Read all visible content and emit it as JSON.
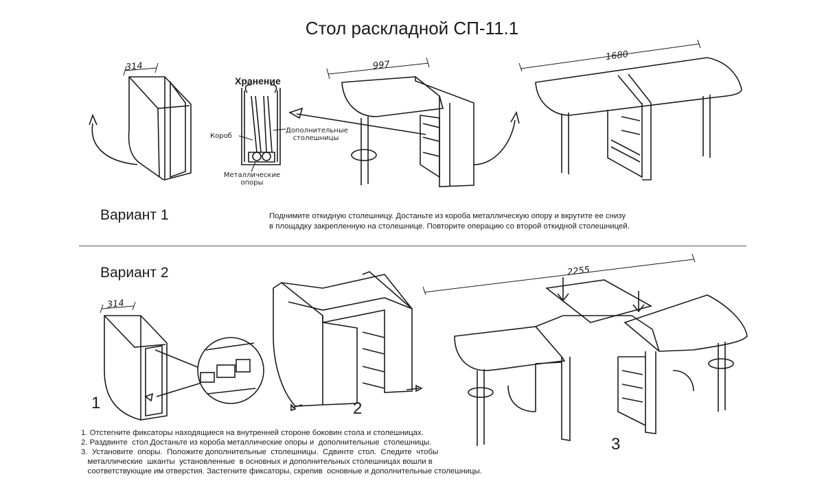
{
  "title": "Стол раскладной СП-11.1",
  "variant1": {
    "label": "Вариант 1",
    "dim_folded": "314",
    "dim_half": "997",
    "dim_full": "1680",
    "storage_title": "Хранение",
    "label_box": "Короб",
    "label_extra_top": "Дополнительные столешницы",
    "label_supports": "Металлические опоры",
    "instruction_lines": [
      "Поднимите откидную столешницу. Достаньте из короба металлическую опору и вкрутите ее снизу",
      "в площадку закрепленную на столешнице. Повторите операцию со второй откидной столешницей."
    ]
  },
  "variant2": {
    "label": "Вариант 2",
    "dim_folded": "314",
    "dim_full": "2255",
    "step1": "1",
    "step2": "2",
    "step3": "3",
    "instruction_lines": [
      "1. Отстегните фиксаторы находящиеся на внутренней стороне боковин стола и столешницах.",
      "2. Раздвинте  стол.Достаньте из короба металлические опоры и  дополнительные  столешницы.",
      "3.  Установите  опоры.  Положите дополнительные  столешницы.  Сдвинте  стол.  Следите  чтобы",
      "   металлические  шканты  установленные  в основных и дополнительных столешницах вошли в",
      "   соответствующие им отверстия. Застегните фиксаторы, скрепив  основные и дополнительные столешницы."
    ]
  }
}
